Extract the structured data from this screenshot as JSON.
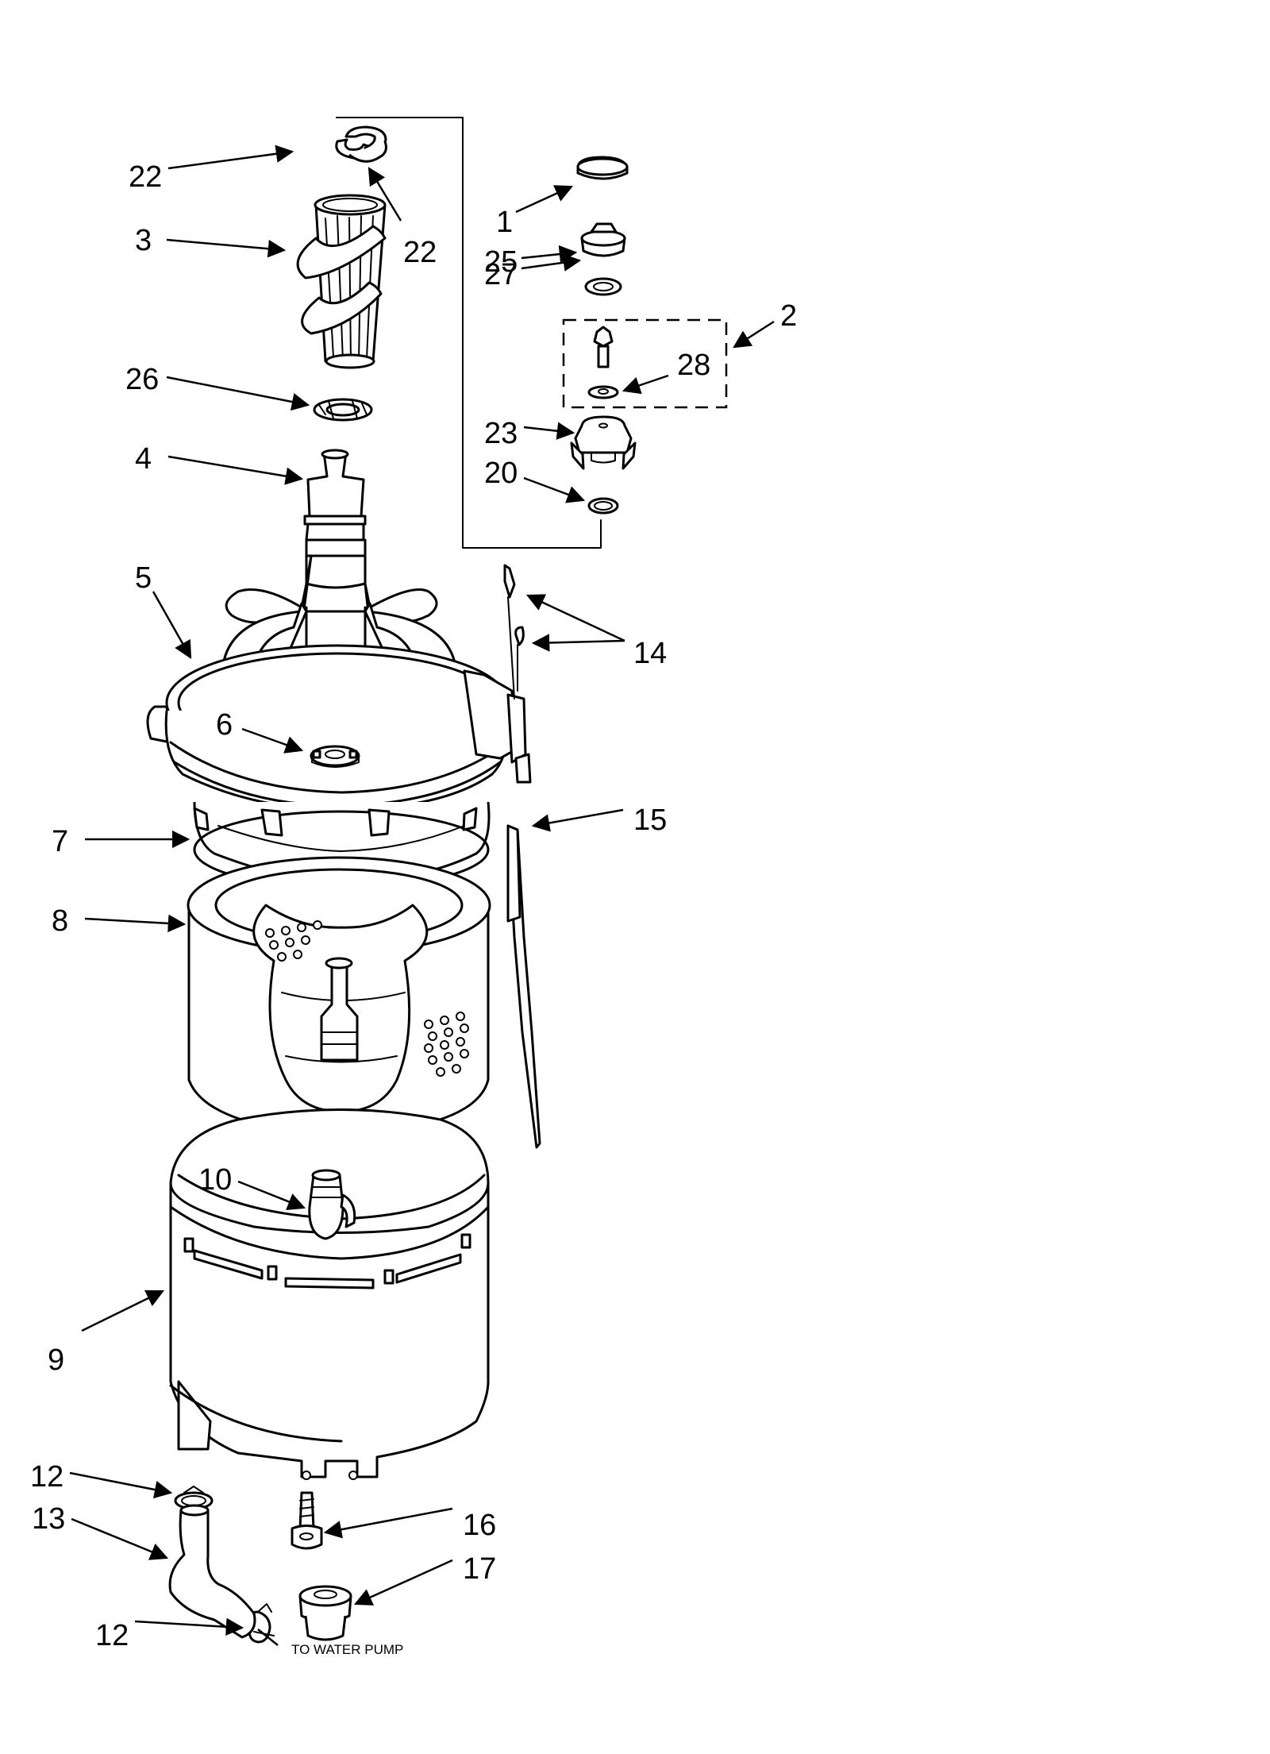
{
  "diagram": {
    "callouts": [
      "22",
      "22",
      "3",
      "26",
      "4",
      "5",
      "6",
      "7",
      "8",
      "10",
      "9",
      "12",
      "13",
      "12",
      "1",
      "25",
      "27",
      "2",
      "28",
      "23",
      "20",
      "14",
      "15",
      "16",
      "17"
    ],
    "note": "TO WATER PUMP"
  }
}
